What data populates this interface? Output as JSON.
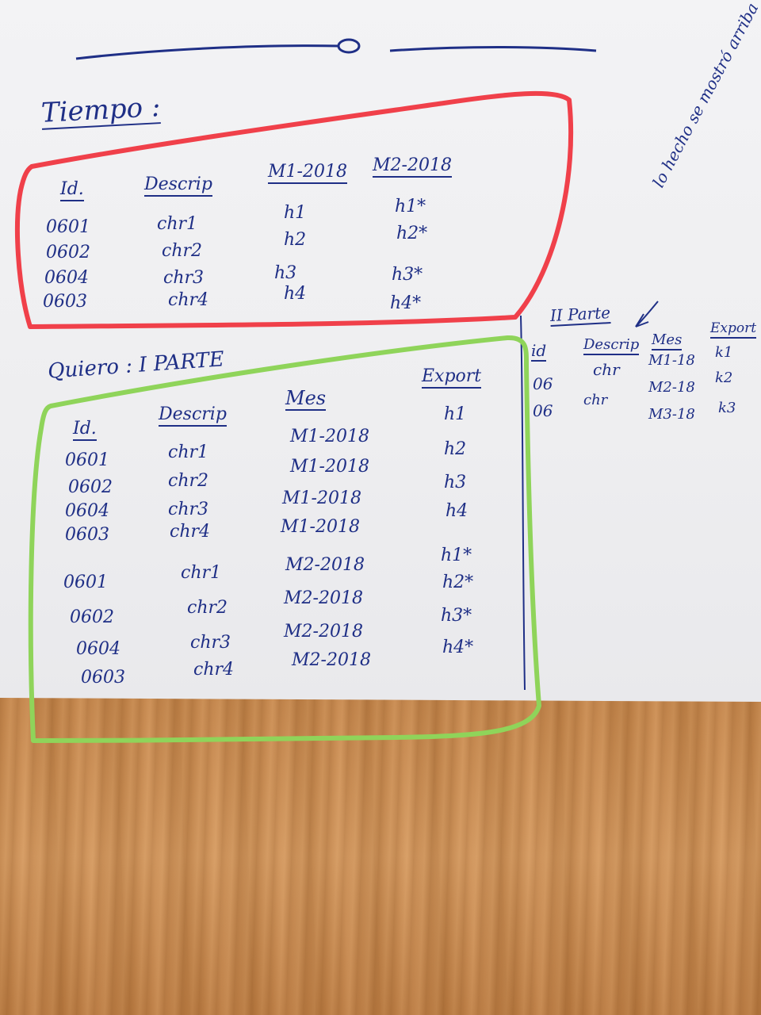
{
  "colors": {
    "ink": "#1f2f86",
    "red_box": "#f0404a",
    "green_box": "#8fd45a",
    "paper": "#f1f1f3",
    "wood": "#c98a4e"
  },
  "tiempo": {
    "title": "Tiempo :",
    "headers": [
      "Id.",
      "Descrip",
      "M1-2018",
      "M2-2018"
    ],
    "rows": [
      [
        "0601",
        "chr1",
        "h1",
        "h1*"
      ],
      [
        "0602",
        "chr2",
        "h2",
        "h2*"
      ],
      [
        "0604",
        "chr3",
        "h3",
        "h3*"
      ],
      [
        "0603",
        "chr4",
        "h4",
        "h4*"
      ]
    ]
  },
  "quiero": {
    "title": "Quiero : I PARTE",
    "headers": [
      "Id.",
      "Descrip",
      "Mes",
      "Export"
    ],
    "rows": [
      [
        "0601",
        "chr1",
        "M1-2018",
        "h1"
      ],
      [
        "0602",
        "chr2",
        "M1-2018",
        "h2"
      ],
      [
        "0604",
        "chr3",
        "M1-2018",
        "h3"
      ],
      [
        "0603",
        "chr4",
        "M1-2018",
        "h4"
      ],
      [
        "0601",
        "chr1",
        "M2-2018",
        "h1*"
      ],
      [
        "0602",
        "chr2",
        "M2-2018",
        "h2*"
      ],
      [
        "0604",
        "chr3",
        "M2-2018",
        "h3*"
      ],
      [
        "0603",
        "chr4",
        "M2-2018",
        "h4*"
      ]
    ]
  },
  "parte2": {
    "title": "II Parte",
    "note": "lo hecho se mostró arriba",
    "headers": [
      "id",
      "Descrip",
      "Mes",
      "Export"
    ],
    "rows": [
      [
        "06",
        "chr",
        "M1-18",
        "k1"
      ],
      [
        "06",
        "chr",
        "M2-18",
        "k2"
      ],
      [
        "",
        "",
        "M3-18",
        "k3"
      ]
    ]
  }
}
